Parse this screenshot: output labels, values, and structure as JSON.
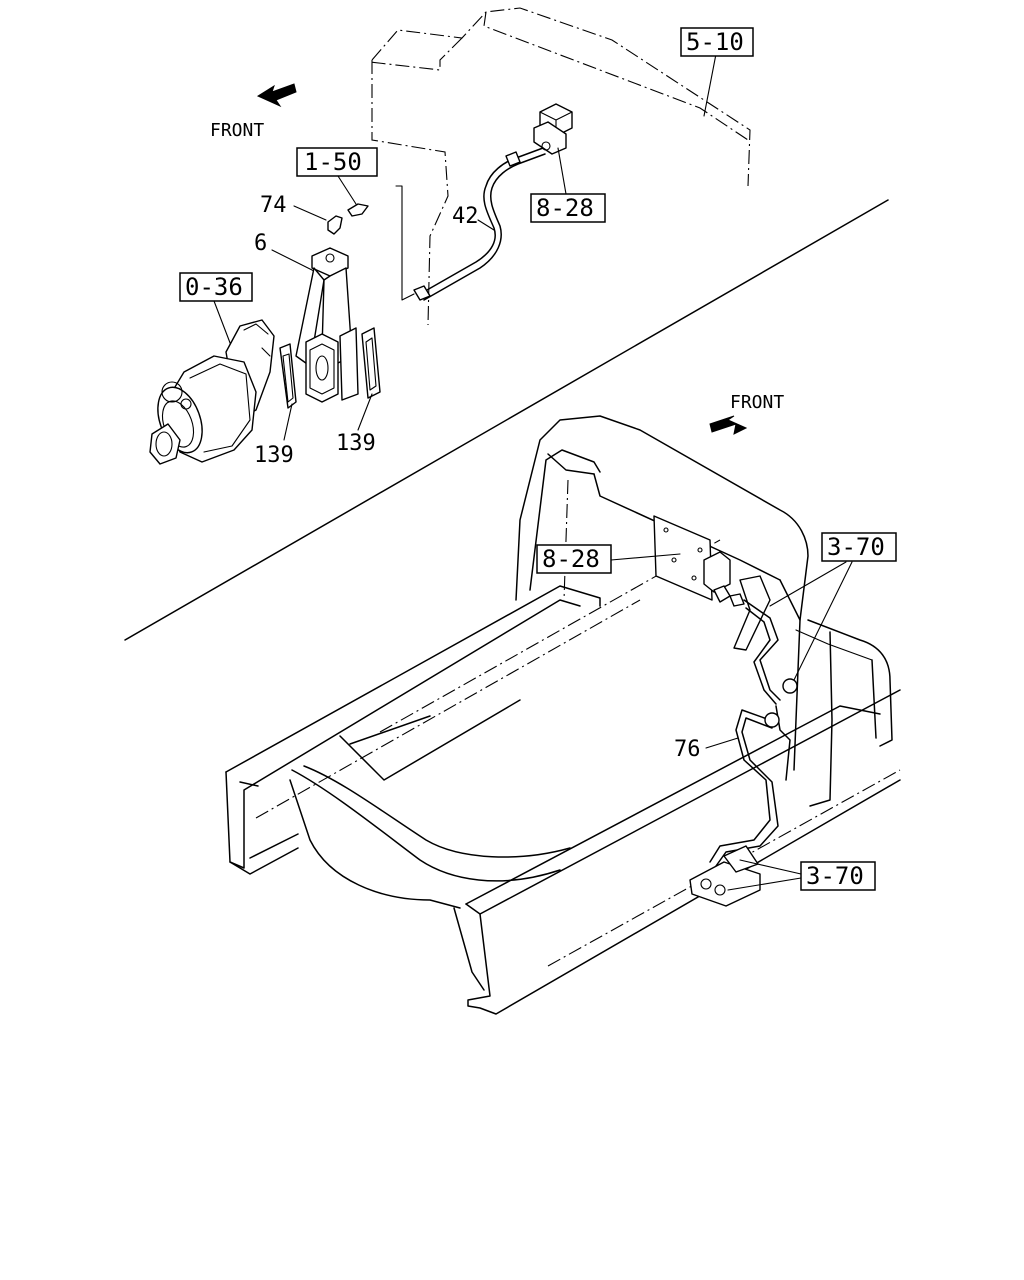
{
  "diagram": {
    "upper_view": {
      "front_label": "FRONT",
      "references": {
        "tank_ref": "5-10",
        "nipple_ref": "1-50",
        "turbo_ref": "0-36",
        "valve_ref": "8-28"
      },
      "callouts": {
        "elbow": "74",
        "adapter": "6",
        "pipe": "42",
        "gasket_left": "139",
        "gasket_right": "139"
      }
    },
    "lower_view": {
      "front_label": "FRONT",
      "references": {
        "valve_ref": "8-28",
        "line_ref_upper": "3-70",
        "line_ref_lower": "3-70"
      },
      "callouts": {
        "pipe": "76"
      }
    }
  }
}
